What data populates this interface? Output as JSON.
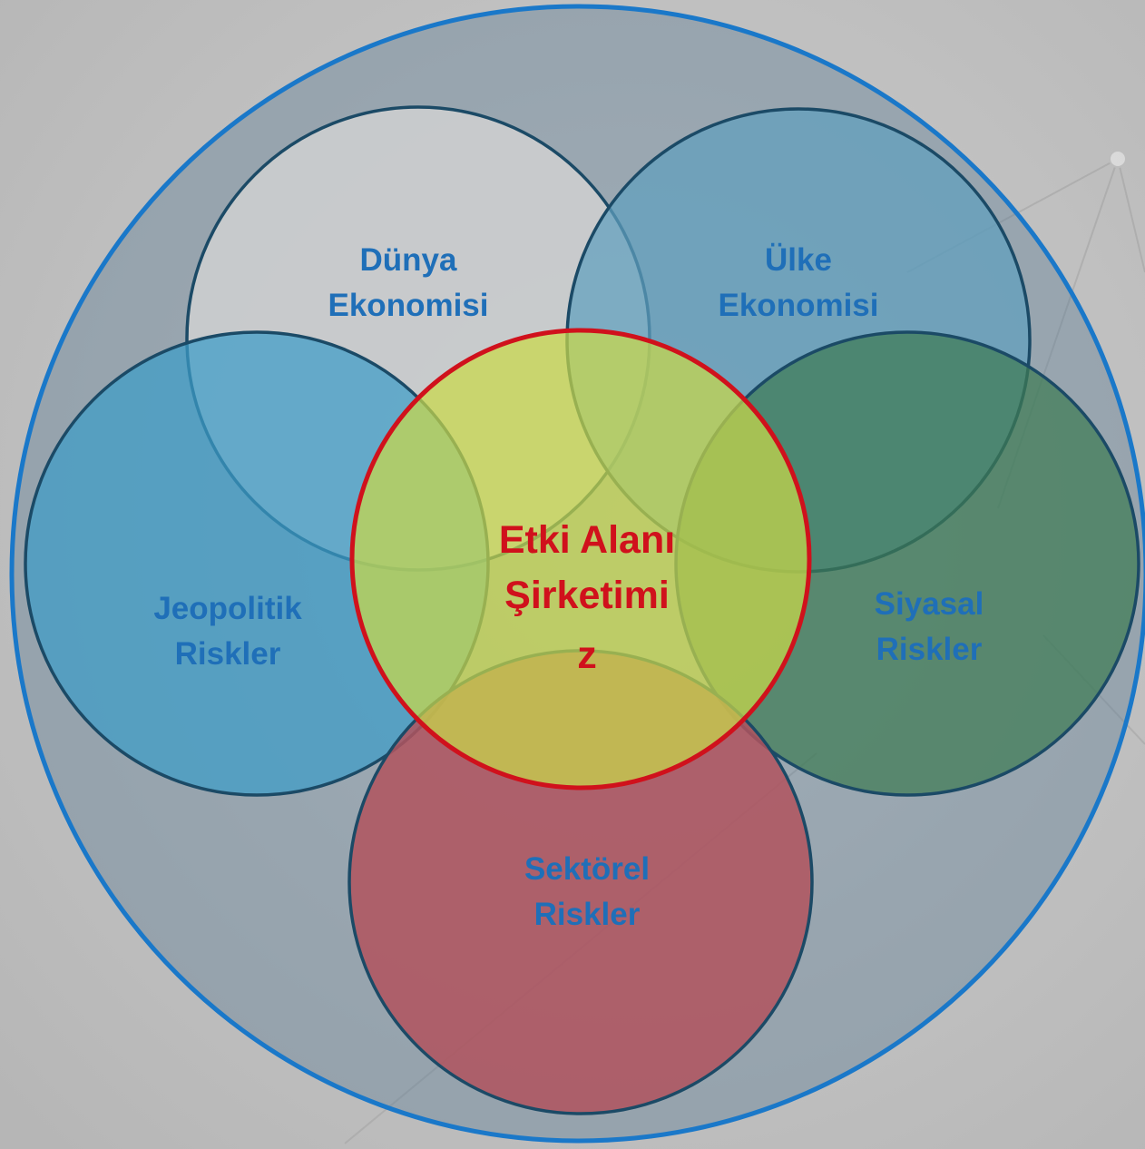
{
  "diagram": {
    "circles": {
      "dunya": {
        "lines": [
          "Dünya",
          "Ekonomisi"
        ],
        "fill": "#d2d2d2"
      },
      "ulke": {
        "lines": [
          "Ülke",
          "Ekonomisi"
        ],
        "fill": "#5f9fbe"
      },
      "jeopolitik": {
        "lines": [
          "Jeopolitik",
          "Riskler"
        ],
        "fill": "#3d9cc7"
      },
      "siyasal": {
        "lines": [
          "Siyasal",
          "Riskler"
        ],
        "fill": "#3f7b55"
      },
      "sektorel": {
        "lines": [
          "Sektörel",
          "Riskler"
        ],
        "fill": "#b0545e"
      },
      "center": {
        "lines": [
          "Etki Alanı",
          "Şirketimi",
          "z"
        ],
        "fill": "#c9d84a",
        "stroke": "#d0111c"
      }
    },
    "colors": {
      "outer_ring": "#1a78c9",
      "label_blue": "#1f6fb8",
      "label_red": "#d0111c",
      "circle_border": "#1b4a66"
    }
  }
}
